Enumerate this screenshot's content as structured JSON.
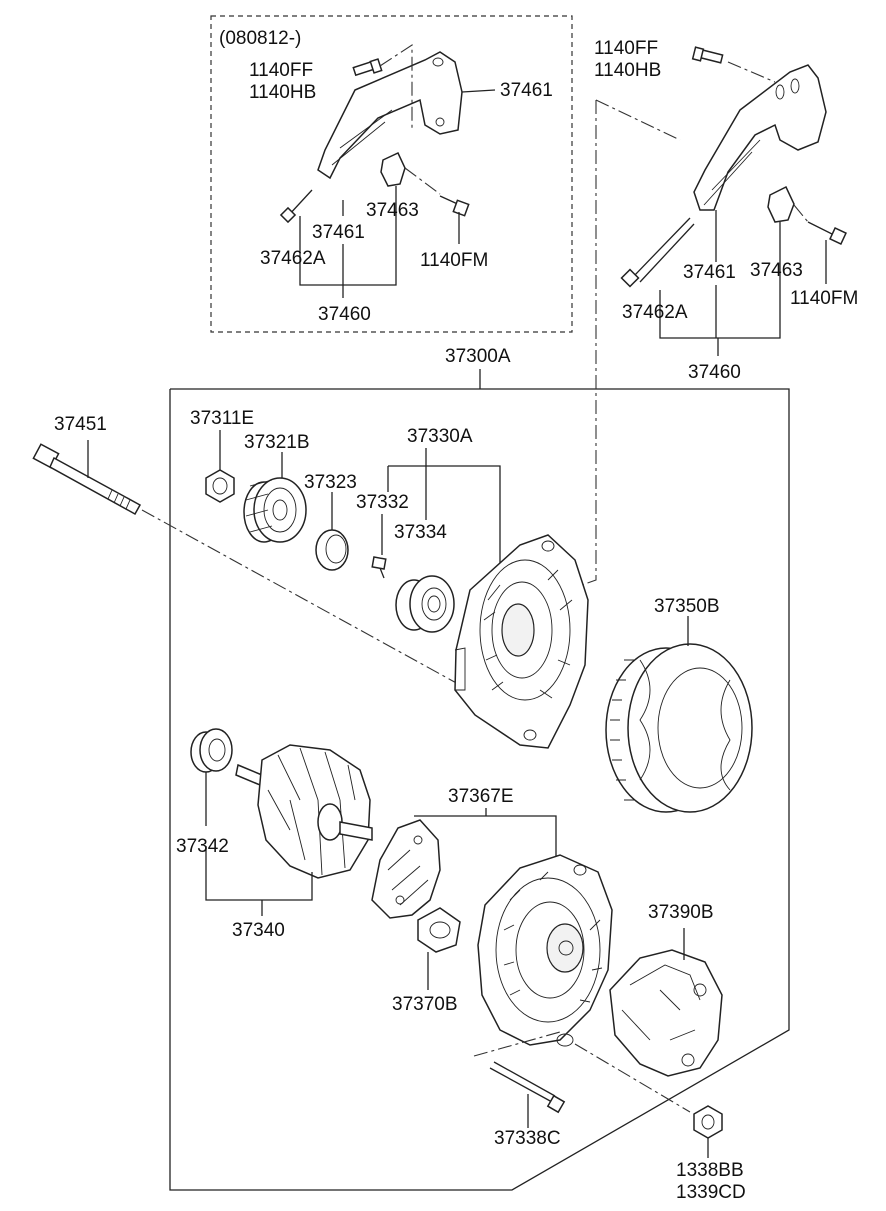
{
  "labels": {
    "kit_date": "(080812-)",
    "bolt_ff_a": "1140FF",
    "bolt_hb_a": "1140HB",
    "bracket_a": "37461",
    "bracket_a_inner": "37461",
    "bushing_a": "37463",
    "bolt_long_a": "37462A",
    "bolt_fm_a": "1140FM",
    "bracket_assy_a": "37460",
    "bolt_ff_b": "1140FF",
    "bolt_hb_b": "1140HB",
    "bracket_b_inner": "37461",
    "bushing_b": "37463",
    "bolt_long_b": "37462A",
    "bolt_fm_b": "1140FM",
    "bracket_assy_b": "37460",
    "alternator_assy": "37300A",
    "through_bolt": "37451",
    "pulley_nut": "37311E",
    "pulley": "37321B",
    "spacer": "37323",
    "front_bracket_assy": "37330A",
    "screw": "37332",
    "front_bearing": "37334",
    "stator": "37350B",
    "rotor_bearing": "37342",
    "rotor_assy": "37340",
    "rear_bracket_assy": "37367E",
    "brush_holder": "37370B",
    "rear_cover": "37390B",
    "rear_bolt": "37338C",
    "nut_a": "1338BB",
    "nut_b": "1339CD"
  }
}
